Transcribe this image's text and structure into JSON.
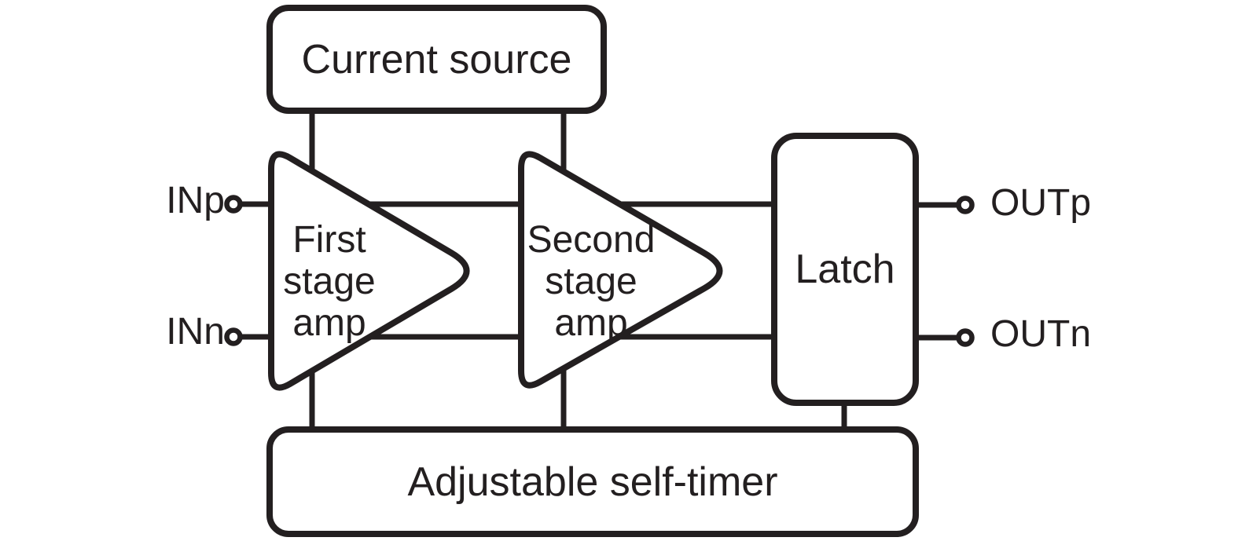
{
  "diagram": {
    "type": "circuit-block-diagram",
    "blocks": {
      "current_source": {
        "label": "Current source"
      },
      "first_stage_amp": {
        "lines": [
          "First",
          "stage",
          "amp"
        ]
      },
      "second_stage_amp": {
        "lines": [
          "Second",
          "stage",
          "amp"
        ]
      },
      "latch": {
        "label": "Latch"
      },
      "self_timer": {
        "label": "Adjustable self-timer"
      }
    },
    "ports": {
      "inp": {
        "label": "INp"
      },
      "inn": {
        "label": "INn"
      },
      "outp": {
        "label": "OUTp"
      },
      "outn": {
        "label": "OUTn"
      }
    },
    "colors": {
      "line": "#231f20",
      "shape_fill": "#ffffff",
      "background": "#ffffff"
    }
  }
}
